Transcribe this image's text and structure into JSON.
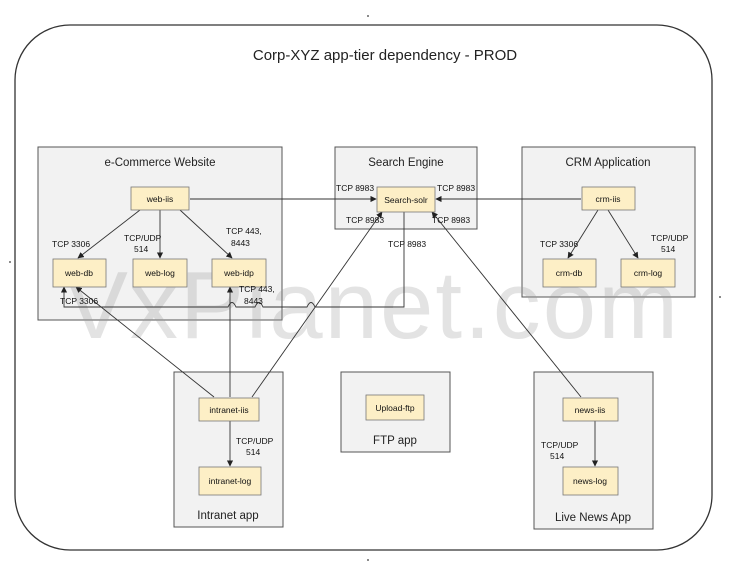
{
  "title": "Corp-XYZ app-tier dependency - PROD",
  "watermark": "VxPlanet.com",
  "groups": {
    "ecommerce": "e-Commerce Website",
    "search": "Search Engine",
    "crm": "CRM Application",
    "intranet": "Intranet app",
    "ftp": "FTP app",
    "news": "Live News App"
  },
  "nodes": {
    "web_iis": "web-iis",
    "web_db": "web-db",
    "web_log": "web-log",
    "web_idp": "web-idp",
    "search_solr": "Search-solr",
    "crm_iis": "crm-iis",
    "crm_db": "crm-db",
    "crm_log": "crm-log",
    "intranet_iis": "intranet-iis",
    "intranet_log": "intranet-log",
    "upload_ftp": "Upload-ftp",
    "news_iis": "news-iis",
    "news_log": "news-log"
  },
  "ports": {
    "web_solr_left": "TCP 8983",
    "crm_solr_right": "TCP 8983",
    "solr_bottom_left": "TCP 8983",
    "solr_bottom_right": "TCP 8983",
    "solr_below": "TCP 8983",
    "web_db": "TCP 3306",
    "web_log_1": "TCP/UDP",
    "web_log_2": "514",
    "web_idp_1": "TCP 443,",
    "web_idp_2": "8443",
    "web_db_low": "TCP 3306",
    "idp_low_1": "TCP 443,",
    "idp_low_2": "8443",
    "crm_db": "TCP 3306",
    "crm_log_1": "TCP/UDP",
    "crm_log_2": "514",
    "intranet_log_1": "TCP/UDP",
    "intranet_log_2": "514",
    "news_log_1": "TCP/UDP",
    "news_log_2": "514"
  }
}
